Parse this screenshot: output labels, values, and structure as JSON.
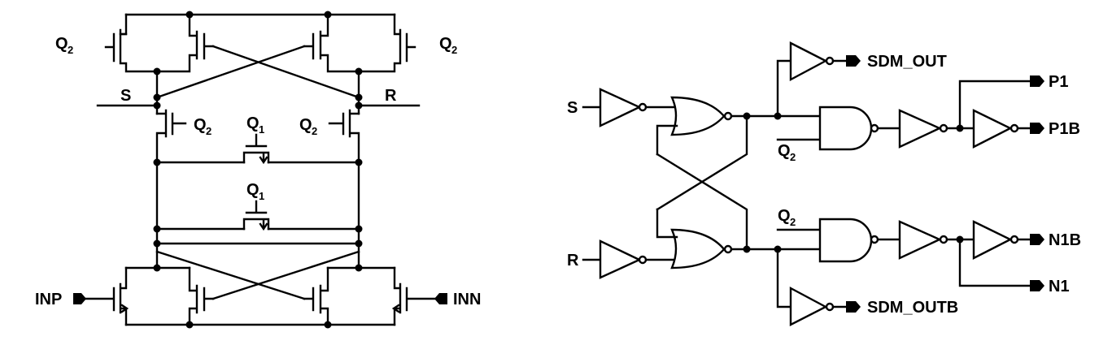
{
  "left_schematic": {
    "labels": {
      "q2_left": "Q",
      "q2_right": "Q",
      "q2_mid_left": "Q",
      "q2_mid_right": "Q",
      "q1_top": "Q",
      "q1_bottom": "Q",
      "sub_2": "2",
      "sub_1": "1",
      "s": "S",
      "r": "R",
      "inp": "INP",
      "inn": "INN"
    }
  },
  "right_schematic": {
    "labels": {
      "s": "S",
      "r": "R",
      "sdm_out": "SDM_OUT",
      "sdm_outb": "SDM_OUTB",
      "p1": "P1",
      "p1b": "P1B",
      "n1b": "N1B",
      "n1": "N1",
      "q2_top": "Q",
      "q2_bottom": "Q",
      "sub_2": "2"
    }
  }
}
